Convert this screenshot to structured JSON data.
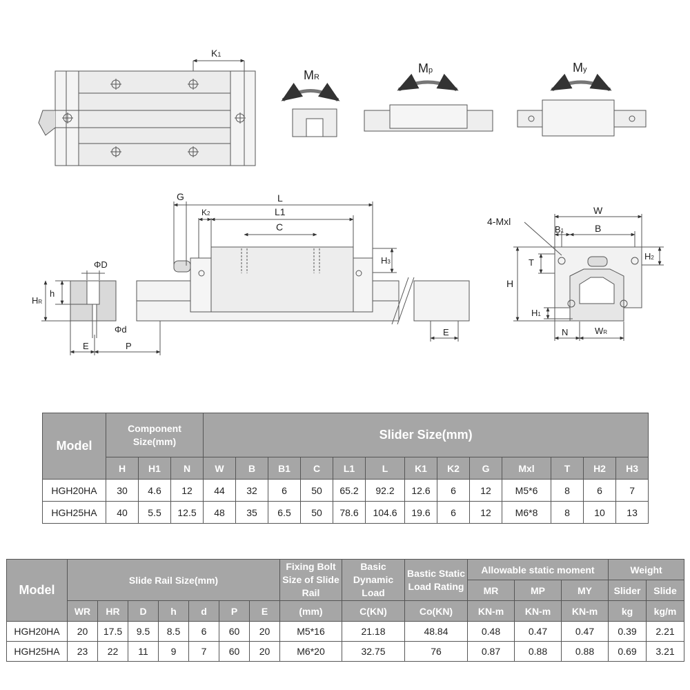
{
  "drawing_labels": {
    "k1": "K",
    "k1_sub": "1",
    "mr": "M",
    "mr_sub": "R",
    "mp": "M",
    "mp_sub": "p",
    "my": "M",
    "my_sub": "y",
    "g": "G",
    "l": "L",
    "k2": "K",
    "k2_sub": "2",
    "l1": "L1",
    "c": "C",
    "h3": "H",
    "h3_sub": "3",
    "phi_D": "ΦD",
    "phi_d": "Φd",
    "h_small": "h",
    "hr": "H",
    "hr_sub": "R",
    "e_left": "E",
    "p": "P",
    "e_right": "E",
    "mxl_note": "4-Mxl",
    "w": "W",
    "b1": "B",
    "b1_sub": "1",
    "b": "B",
    "t": "T",
    "h2": "H",
    "h2_sub": "2",
    "h_big": "H",
    "h1": "H",
    "h1_sub": "1",
    "n": "N",
    "wr": "W",
    "wr_sub": "R"
  },
  "slider_table": {
    "model_header": "Model",
    "component_header_line1": "Component",
    "component_header_line2": "Size(mm)",
    "slider_header": "Slider Size(mm)",
    "columns": [
      "H",
      "H1",
      "N",
      "W",
      "B",
      "B1",
      "C",
      "L1",
      "L",
      "K1",
      "K2",
      "G",
      "Mxl",
      "T",
      "H2",
      "H3"
    ],
    "rows": [
      {
        "model": "HGH20HA",
        "values": [
          "30",
          "4.6",
          "12",
          "44",
          "32",
          "6",
          "50",
          "65.2",
          "92.2",
          "12.6",
          "6",
          "12",
          "M5*6",
          "8",
          "6",
          "7"
        ]
      },
      {
        "model": "HGH25HA",
        "values": [
          "40",
          "5.5",
          "12.5",
          "48",
          "35",
          "6.5",
          "50",
          "78.6",
          "104.6",
          "19.6",
          "6",
          "12",
          "M6*8",
          "8",
          "10",
          "13"
        ]
      }
    ]
  },
  "rail_table": {
    "model_header": "Model",
    "rail_header": "Slide Rail Size(mm)",
    "bolt_header": "Fixing Bolt Size of Slide Rail",
    "dynamic_header": "Basic Dynamic Load",
    "static_header": "Bastic Static Load Rating",
    "moment_header": "Allowable static moment",
    "weight_header": "Weight",
    "moment_cols": [
      "MR",
      "MP",
      "MY"
    ],
    "weight_cols": [
      "Slider",
      "Slide"
    ],
    "rail_cols": [
      "WR",
      "HR",
      "D",
      "h",
      "d",
      "P",
      "E"
    ],
    "unit_cols": [
      "(mm)",
      "C(KN)",
      "Co(KN)",
      "KN-m",
      "KN-m",
      "KN-m",
      "kg",
      "kg/m"
    ],
    "rows": [
      {
        "model": "HGH20HA",
        "values": [
          "20",
          "17.5",
          "9.5",
          "8.5",
          "6",
          "60",
          "20",
          "M5*16",
          "21.18",
          "48.84",
          "0.48",
          "0.47",
          "0.47",
          "0.39",
          "2.21"
        ]
      },
      {
        "model": "HGH25HA",
        "values": [
          "23",
          "22",
          "11",
          "9",
          "7",
          "60",
          "20",
          "M6*20",
          "32.75",
          "76",
          "0.87",
          "0.88",
          "0.88",
          "0.69",
          "3.21"
        ]
      }
    ]
  }
}
